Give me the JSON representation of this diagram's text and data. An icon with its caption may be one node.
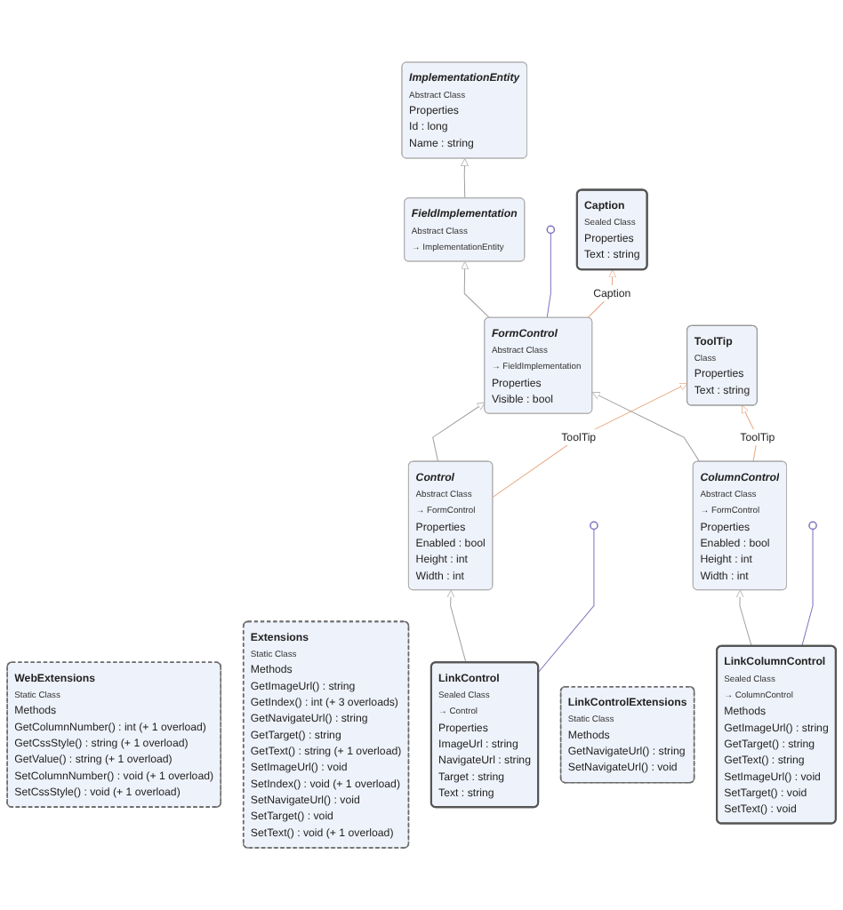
{
  "diagram": {
    "nodes": [
      {
        "text": [
          "WebExtensions",
          "Static Class",
          "Methods",
          "GetColumnNumber() : int (+ 1 overload)",
          "GetCssStyle() : string (+ 1 overload)",
          "GetValue() : string (+ 1 overload)",
          "SetColumnNumber() : void (+ 1 overload)",
          "SetCssStyle() : void (+ 1 overload)"
        ]
      },
      {
        "text": [
          "ImplementationEntity",
          "Abstract Class",
          "Properties",
          "Id : long",
          "Name : string"
        ]
      },
      {
        "text": [
          "Extensions",
          "Static Class",
          "Methods",
          "GetImageUrl() : string",
          "GetIndex() : int (+ 3 overloads)",
          "GetNavigateUrl() : string",
          "GetTarget() : string",
          "GetText() : string (+ 1 overload)",
          "SetImageUrl() : void",
          "SetIndex() : void (+ 1 overload)",
          "SetNavigateUrl() : void",
          "SetTarget() : void",
          "SetText() : void (+ 1 overload)"
        ]
      },
      {
        "text": [
          "FieldImplementation",
          "Abstract Class",
          "→ ImplementationEntity"
        ]
      },
      {
        "text": [],
        "shape": "circle"
      },
      {
        "text": [
          "Caption",
          "Sealed Class",
          "Properties",
          "Text : string"
        ]
      },
      {
        "text": [
          "FormControl",
          "Abstract Class",
          "→ FieldImplementation",
          "Properties",
          "Visible : bool"
        ]
      },
      {
        "text": [
          "Control",
          "Abstract Class",
          "→ FormControl",
          "Properties",
          "Enabled : bool",
          "Height : int",
          "Width : int"
        ]
      },
      {
        "text": [
          "ToolTip",
          "Class",
          "Properties",
          "Text : string"
        ]
      },
      {
        "text": [
          "ColumnControl",
          "Abstract Class",
          "→ FormControl",
          "Properties",
          "Enabled : bool",
          "Height : int",
          "Width : int"
        ]
      },
      {
        "text": [],
        "shape": "circle"
      },
      {
        "text": [],
        "shape": "circle"
      },
      {
        "text": [
          "LinkControl",
          "Sealed Class",
          "→ Control",
          "Properties",
          "ImageUrl : string",
          "NavigateUrl : string",
          "Target : string",
          "Text : string"
        ]
      },
      {
        "text": [
          "LinkControlExtensions",
          "Static Class",
          "Methods",
          "GetNavigateUrl() : string",
          "SetNavigateUrl() : void"
        ]
      },
      {
        "text": [
          "LinkColumnControl",
          "Sealed Class",
          "→ ColumnControl",
          "Methods",
          "GetImageUrl() : string",
          "GetTarget() : string",
          "GetText() : string",
          "SetImageUrl() : void",
          "SetTarget() : void",
          "SetText() : void"
        ]
      }
    ],
    "edges": [
      {
        "from": 3,
        "to": 1,
        "arrow": "to"
      },
      {
        "from": 6,
        "to": 3,
        "arrow": "to"
      },
      {
        "from": 6,
        "to": 4,
        "arrow": "none",
        "color": "#8070c0"
      },
      {
        "from": 6,
        "to": 5,
        "arrow": "to",
        "label": "Caption",
        "color": "#e8a880"
      },
      {
        "from": 7,
        "to": 6,
        "arrow": "to"
      },
      {
        "from": 9,
        "to": 6,
        "arrow": "to"
      },
      {
        "from": 7,
        "to": 8,
        "arrow": "to",
        "label": "ToolTip",
        "color": "#e8a880"
      },
      {
        "from": 9,
        "to": 8,
        "arrow": "to",
        "label": "ToolTip",
        "color": "#e8a880"
      },
      {
        "from": 12,
        "to": 7,
        "arrow": "to"
      },
      {
        "from": 12,
        "to": 10,
        "arrow": "none",
        "color": "#8070c0"
      },
      {
        "from": 14,
        "to": 9,
        "arrow": "to"
      },
      {
        "from": 14,
        "to": 11,
        "arrow": "none",
        "color": "#8070c0"
      }
    ]
  }
}
